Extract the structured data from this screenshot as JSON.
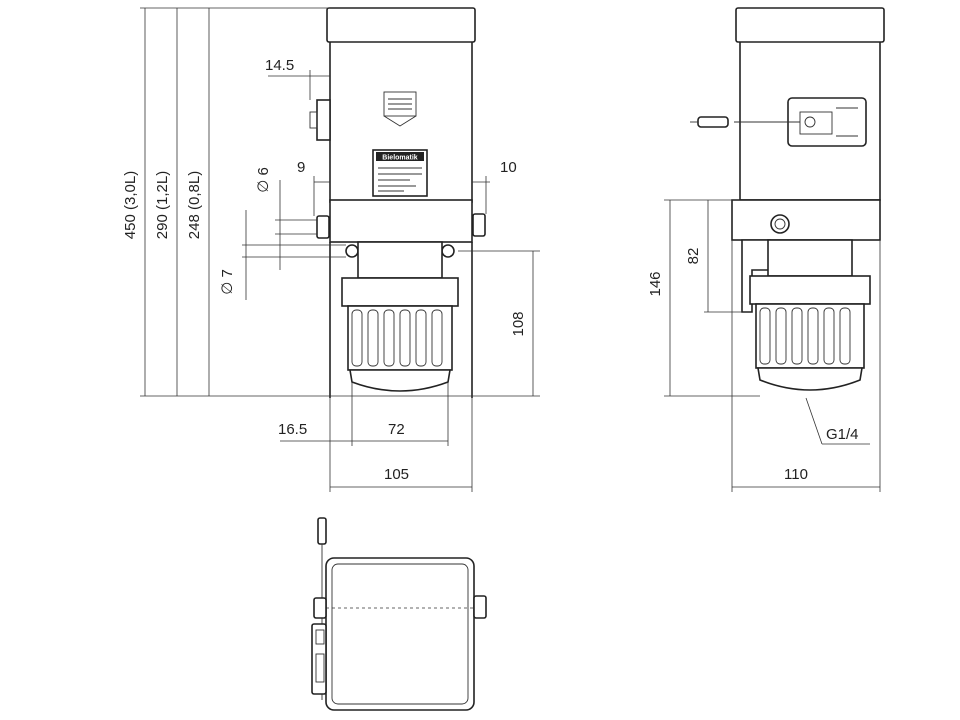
{
  "dimensions": {
    "front": {
      "h_450": "450 (3,0L)",
      "h_290": "290 (1,2L)",
      "h_248": "248 (0,8L)",
      "d_14_5": "14.5",
      "d_9": "9",
      "d_10": "10",
      "dia_6": "∅ 6",
      "dia_7": "∅ 7",
      "d_108": "108",
      "d_16_5": "16.5",
      "d_72": "72",
      "d_105": "105"
    },
    "side": {
      "d_146": "146",
      "d_82": "82",
      "thread": "G1/4",
      "d_110": "110"
    }
  },
  "label_plate": {
    "brand": "Bielomatik"
  },
  "colors": {
    "line": "#222222",
    "background": "#ffffff"
  }
}
